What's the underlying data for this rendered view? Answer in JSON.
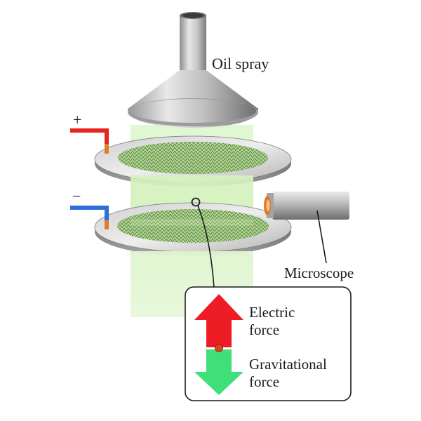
{
  "labels": {
    "plus_sign": "+",
    "minus_sign": "−",
    "oil_spray": "Oil spray",
    "microscope": "Microscope",
    "electric_force_line1": "Electric",
    "electric_force_line2": "force",
    "gravitational_force_line1": "Gravitational",
    "gravitational_force_line2": "force"
  },
  "colors": {
    "positive_wire": "#e8251e",
    "negative_wire": "#2f6fdc",
    "electric_force_arrow": "#ee1c24",
    "gravitational_force_arrow": "#3fe07a",
    "light_beam": "#d6f2c0",
    "metal": "#b9b9b9",
    "oil_drop": "#e0401b"
  },
  "icons": {
    "funnel": "oil-spray-funnel",
    "microscope": "microscope-tube",
    "drop": "oil-drop"
  }
}
